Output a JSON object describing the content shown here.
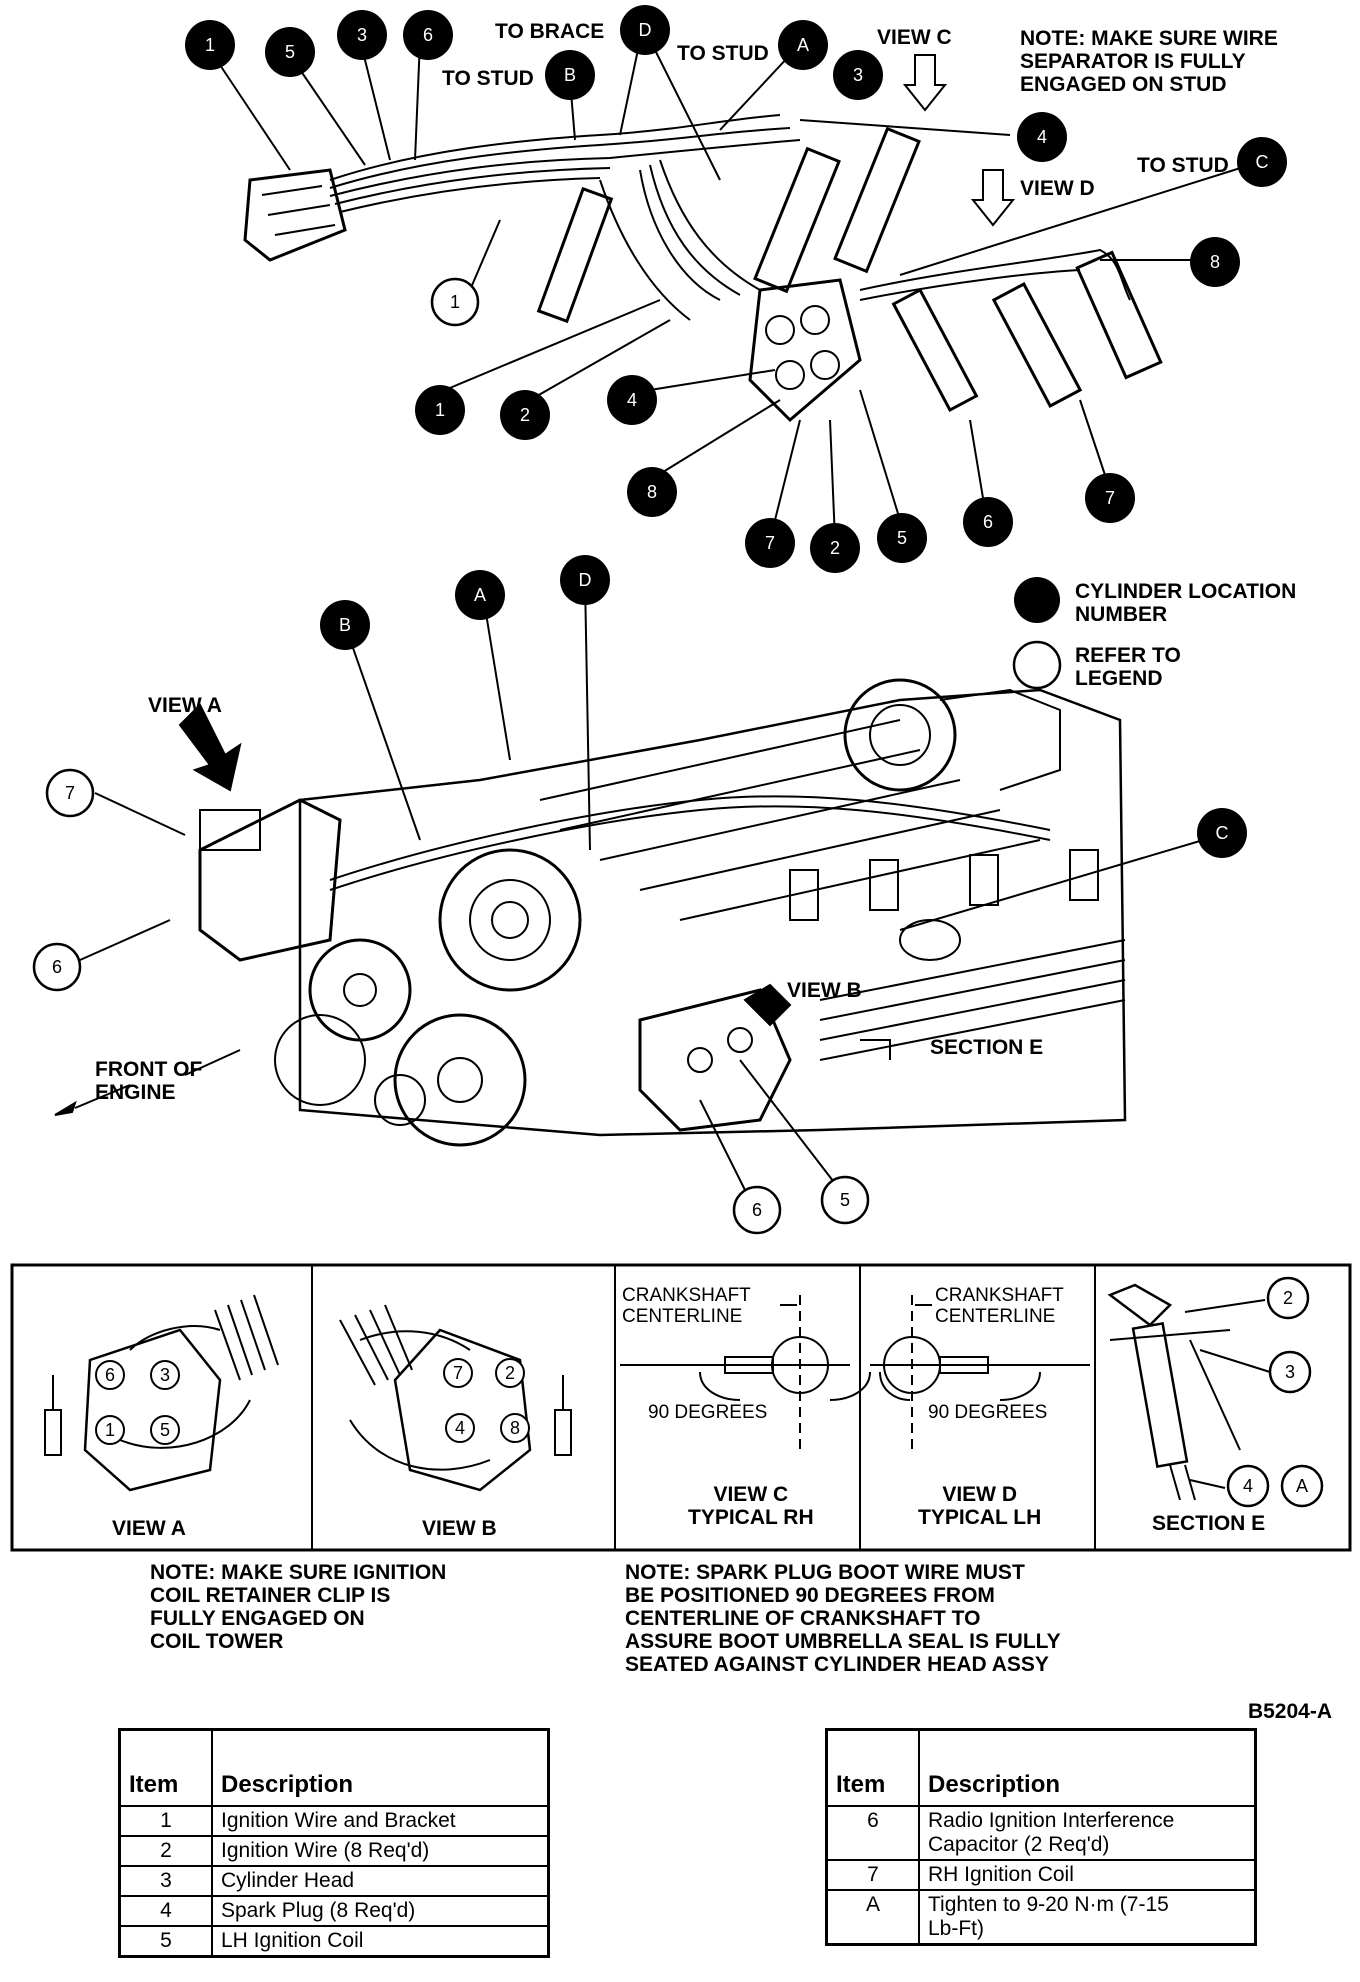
{
  "top_view": {
    "labels": {
      "to_brace": "TO BRACE",
      "to_stud_a": "TO STUD",
      "to_stud_b": "TO STUD",
      "to_stud_c": "TO STUD",
      "view_c": "VIEW C",
      "view_d": "VIEW D",
      "note": "NOTE: MAKE SURE WIRE\nSEPARATOR IS FULLY\nENGAGED ON STUD"
    },
    "callouts_black": [
      "1",
      "5",
      "3",
      "6",
      "D",
      "A",
      "B",
      "3",
      "4",
      "C",
      "8",
      "1",
      "2",
      "4",
      "8",
      "7",
      "2",
      "5",
      "6",
      "7"
    ],
    "callouts_white": [
      "1"
    ]
  },
  "engine_view": {
    "legend": {
      "black_label": "CYLINDER LOCATION\nNUMBER",
      "white_label": "REFER TO\nLEGEND"
    },
    "labels": {
      "view_a": "VIEW A",
      "view_b": "VIEW B",
      "front_of_engine": "FRONT OF\nENGINE",
      "section_e": "SECTION E"
    },
    "callouts_black": [
      "B",
      "A",
      "D",
      "C"
    ],
    "callouts_white": [
      "7",
      "6",
      "6",
      "5"
    ]
  },
  "detail_views": {
    "view_a": {
      "title": "VIEW A",
      "cylinders": [
        "6",
        "3",
        "1",
        "5"
      ]
    },
    "view_b": {
      "title": "VIEW B",
      "cylinders": [
        "7",
        "2",
        "4",
        "8"
      ]
    },
    "view_c": {
      "title": "VIEW C\nTYPICAL RH",
      "centerline": "CRANKSHAFT\nCENTERLINE",
      "angle": "90 DEGREES"
    },
    "view_d": {
      "title": "VIEW D\nTYPICAL LH",
      "centerline": "CRANKSHAFT\nCENTERLINE",
      "angle": "90 DEGREES"
    },
    "section_e": {
      "title": "SECTION E",
      "callouts": [
        "2",
        "3",
        "4",
        "A"
      ]
    }
  },
  "notes": {
    "left": "NOTE: MAKE SURE IGNITION\nCOIL RETAINER CLIP IS\nFULLY ENGAGED ON\nCOIL TOWER",
    "right": "NOTE: SPARK PLUG BOOT WIRE MUST\nBE POSITIONED 90 DEGREES FROM\nCENTERLINE OF CRANKSHAFT TO\nASSURE BOOT UMBRELLA SEAL IS FULLY\nSEATED AGAINST CYLINDER HEAD ASSY"
  },
  "figure_id": "B5204-A",
  "legend_table": {
    "headers": {
      "item": "Item",
      "description": "Description"
    },
    "left_rows": [
      {
        "item": "1",
        "description": "Ignition Wire and Bracket"
      },
      {
        "item": "2",
        "description": "Ignition Wire (8 Req'd)"
      },
      {
        "item": "3",
        "description": "Cylinder Head"
      },
      {
        "item": "4",
        "description": "Spark Plug (8 Req'd)"
      },
      {
        "item": "5",
        "description": "LH Ignition Coil"
      }
    ],
    "right_rows": [
      {
        "item": "6",
        "description": "Radio Ignition Interference\nCapacitor (2 Req'd)"
      },
      {
        "item": "7",
        "description": "RH Ignition Coil"
      },
      {
        "item": "A",
        "description": "Tighten to 9-20 N·m (7-15\nLb-Ft)"
      }
    ]
  }
}
